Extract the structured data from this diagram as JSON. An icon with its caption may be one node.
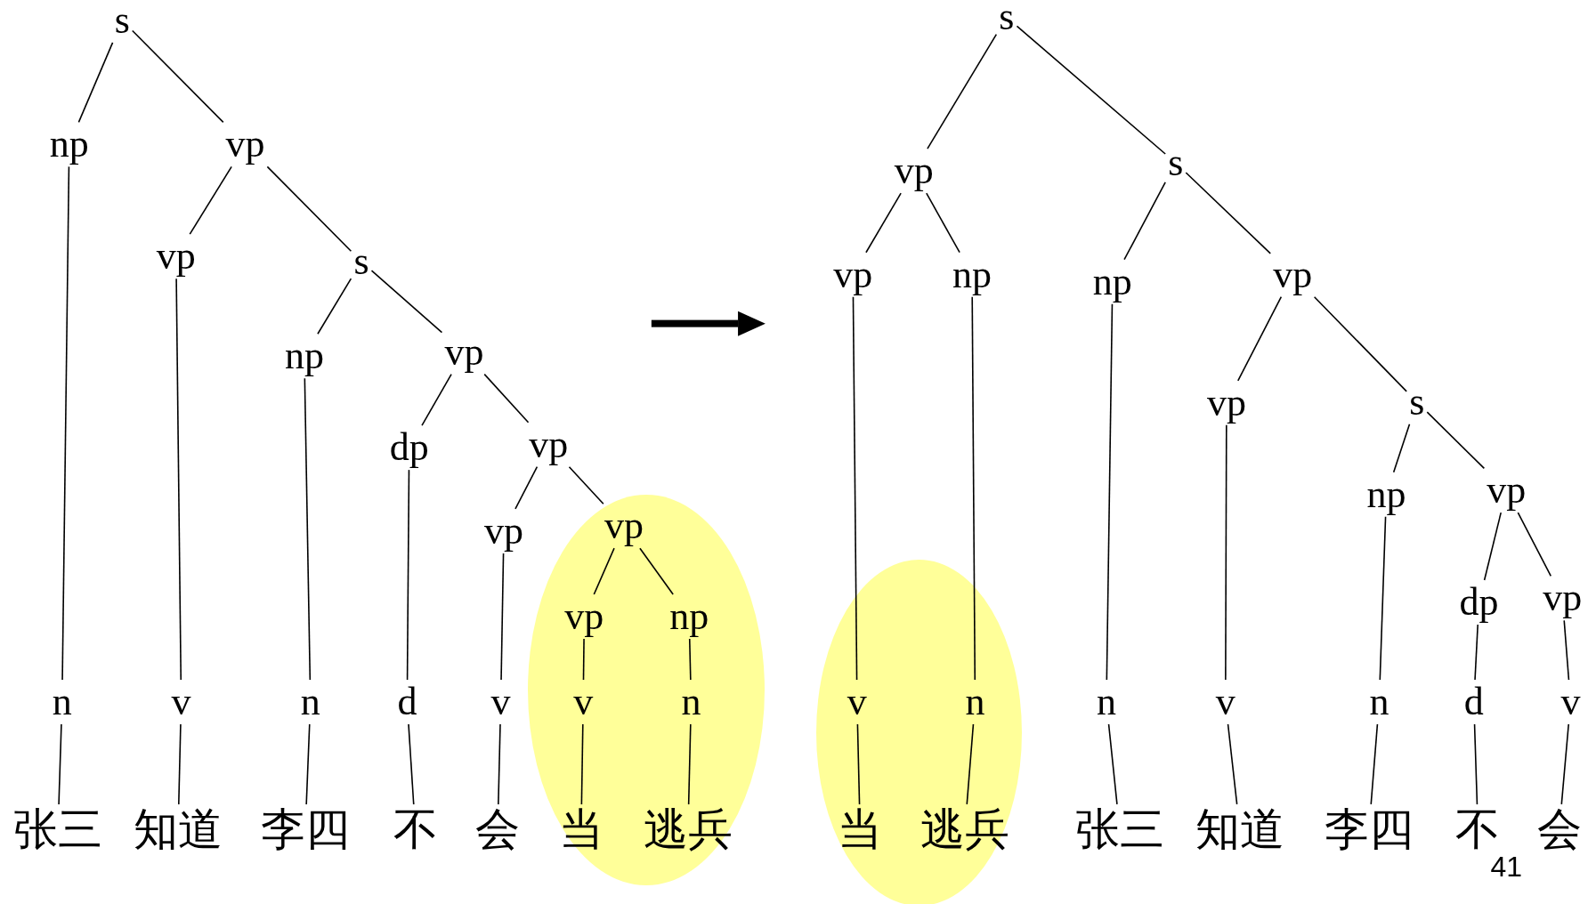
{
  "diagram": {
    "nodes": [
      {
        "text": [
          "s"
        ]
      },
      {
        "text": [
          "np"
        ]
      },
      {
        "text": [
          "vp"
        ]
      },
      {
        "text": [
          "vp"
        ]
      },
      {
        "text": [
          "s"
        ]
      },
      {
        "text": [
          "np"
        ]
      },
      {
        "text": [
          "vp"
        ]
      },
      {
        "text": [
          "dp"
        ]
      },
      {
        "text": [
          "vp"
        ]
      },
      {
        "text": [
          "vp"
        ]
      },
      {
        "text": [],
        "shape": "oval"
      },
      {
        "text": [
          "vp"
        ],
        "in": 10
      },
      {
        "text": [
          "vp"
        ],
        "in": 10
      },
      {
        "text": [
          "np"
        ],
        "in": 10
      },
      {
        "text": [
          "n"
        ]
      },
      {
        "text": [
          "v"
        ]
      },
      {
        "text": [
          "n"
        ]
      },
      {
        "text": [
          "d"
        ]
      },
      {
        "text": [
          "v"
        ]
      },
      {
        "text": [
          "v"
        ],
        "in": 10
      },
      {
        "text": [
          "n"
        ],
        "in": 10
      },
      {
        "text": [
          "张三"
        ]
      },
      {
        "text": [
          "知道"
        ]
      },
      {
        "text": [
          "李四"
        ]
      },
      {
        "text": [
          "不"
        ]
      },
      {
        "text": [
          "会"
        ]
      },
      {
        "text": [
          "当"
        ],
        "in": 10
      },
      {
        "text": [
          "逃兵"
        ],
        "in": 10
      },
      {
        "text": [
          "s"
        ]
      },
      {
        "text": [
          "vp"
        ]
      },
      {
        "text": [
          "s"
        ]
      },
      {
        "text": [
          "vp"
        ]
      },
      {
        "text": [
          "np"
        ]
      },
      {
        "text": [
          "np"
        ]
      },
      {
        "text": [
          "vp"
        ]
      },
      {
        "text": [
          "vp"
        ]
      },
      {
        "text": [
          "s"
        ]
      },
      {
        "text": [
          "np"
        ]
      },
      {
        "text": [
          "vp"
        ]
      },
      {
        "text": [
          "dp"
        ]
      },
      {
        "text": [
          "vp"
        ]
      },
      {
        "text": [],
        "shape": "oval"
      },
      {
        "text": [
          "v"
        ],
        "in": 41
      },
      {
        "text": [
          "n"
        ],
        "in": 41
      },
      {
        "text": [
          "n"
        ]
      },
      {
        "text": [
          "v"
        ]
      },
      {
        "text": [
          "n"
        ]
      },
      {
        "text": [
          "d"
        ]
      },
      {
        "text": [
          "v"
        ]
      },
      {
        "text": [
          "当"
        ],
        "in": 41
      },
      {
        "text": [
          "逃兵"
        ],
        "in": 41
      },
      {
        "text": [
          "张三"
        ]
      },
      {
        "text": [
          "知道"
        ]
      },
      {
        "text": [
          "李四"
        ]
      },
      {
        "text": [
          "不"
        ]
      },
      {
        "text": [
          "会"
        ]
      }
    ],
    "edges": [
      {
        "from": 0,
        "to": 1,
        "arrow": "none"
      },
      {
        "from": 0,
        "to": 2,
        "arrow": "none"
      },
      {
        "from": 1,
        "to": 14,
        "arrow": "none"
      },
      {
        "from": 14,
        "to": 21,
        "arrow": "none"
      },
      {
        "from": 2,
        "to": 3,
        "arrow": "none"
      },
      {
        "from": 2,
        "to": 4,
        "arrow": "none"
      },
      {
        "from": 3,
        "to": 15,
        "arrow": "none"
      },
      {
        "from": 15,
        "to": 22,
        "arrow": "none"
      },
      {
        "from": 4,
        "to": 5,
        "arrow": "none"
      },
      {
        "from": 4,
        "to": 6,
        "arrow": "none"
      },
      {
        "from": 5,
        "to": 16,
        "arrow": "none"
      },
      {
        "from": 16,
        "to": 23,
        "arrow": "none"
      },
      {
        "from": 6,
        "to": 7,
        "arrow": "none"
      },
      {
        "from": 6,
        "to": 8,
        "arrow": "none"
      },
      {
        "from": 7,
        "to": 17,
        "arrow": "none"
      },
      {
        "from": 17,
        "to": 24,
        "arrow": "none"
      },
      {
        "from": 8,
        "to": 9,
        "arrow": "none"
      },
      {
        "from": 8,
        "to": 11,
        "arrow": "none"
      },
      {
        "from": 9,
        "to": 18,
        "arrow": "none"
      },
      {
        "from": 18,
        "to": 25,
        "arrow": "none"
      },
      {
        "from": 11,
        "to": 12,
        "arrow": "none"
      },
      {
        "from": 11,
        "to": 13,
        "arrow": "none"
      },
      {
        "from": 12,
        "to": 19,
        "arrow": "none"
      },
      {
        "from": 19,
        "to": 26,
        "arrow": "none"
      },
      {
        "from": 13,
        "to": 20,
        "arrow": "none"
      },
      {
        "from": 20,
        "to": 27,
        "arrow": "none"
      },
      {
        "from": 28,
        "to": 29,
        "arrow": "none"
      },
      {
        "from": 28,
        "to": 30,
        "arrow": "none"
      },
      {
        "from": 29,
        "to": 31,
        "arrow": "none"
      },
      {
        "from": 29,
        "to": 32,
        "arrow": "none"
      },
      {
        "from": 31,
        "to": 42,
        "arrow": "none"
      },
      {
        "from": 42,
        "to": 49,
        "arrow": "none"
      },
      {
        "from": 32,
        "to": 43,
        "arrow": "none"
      },
      {
        "from": 43,
        "to": 50,
        "arrow": "none"
      },
      {
        "from": 30,
        "to": 33,
        "arrow": "none"
      },
      {
        "from": 30,
        "to": 34,
        "arrow": "none"
      },
      {
        "from": 33,
        "to": 44,
        "arrow": "none"
      },
      {
        "from": 44,
        "to": 51,
        "arrow": "none"
      },
      {
        "from": 34,
        "to": 35,
        "arrow": "none"
      },
      {
        "from": 34,
        "to": 36,
        "arrow": "none"
      },
      {
        "from": 35,
        "to": 45,
        "arrow": "none"
      },
      {
        "from": 45,
        "to": 52,
        "arrow": "none"
      },
      {
        "from": 36,
        "to": 37,
        "arrow": "none"
      },
      {
        "from": 36,
        "to": 38,
        "arrow": "none"
      },
      {
        "from": 37,
        "to": 46,
        "arrow": "none"
      },
      {
        "from": 46,
        "to": 53,
        "arrow": "none"
      },
      {
        "from": 38,
        "to": 39,
        "arrow": "none"
      },
      {
        "from": 38,
        "to": 40,
        "arrow": "none"
      },
      {
        "from": 39,
        "to": 47,
        "arrow": "none"
      },
      {
        "from": 47,
        "to": 54,
        "arrow": "none"
      },
      {
        "from": 40,
        "to": 48,
        "arrow": "none"
      },
      {
        "from": 48,
        "to": 55,
        "arrow": "none"
      }
    ],
    "labels": [
      "41"
    ]
  }
}
